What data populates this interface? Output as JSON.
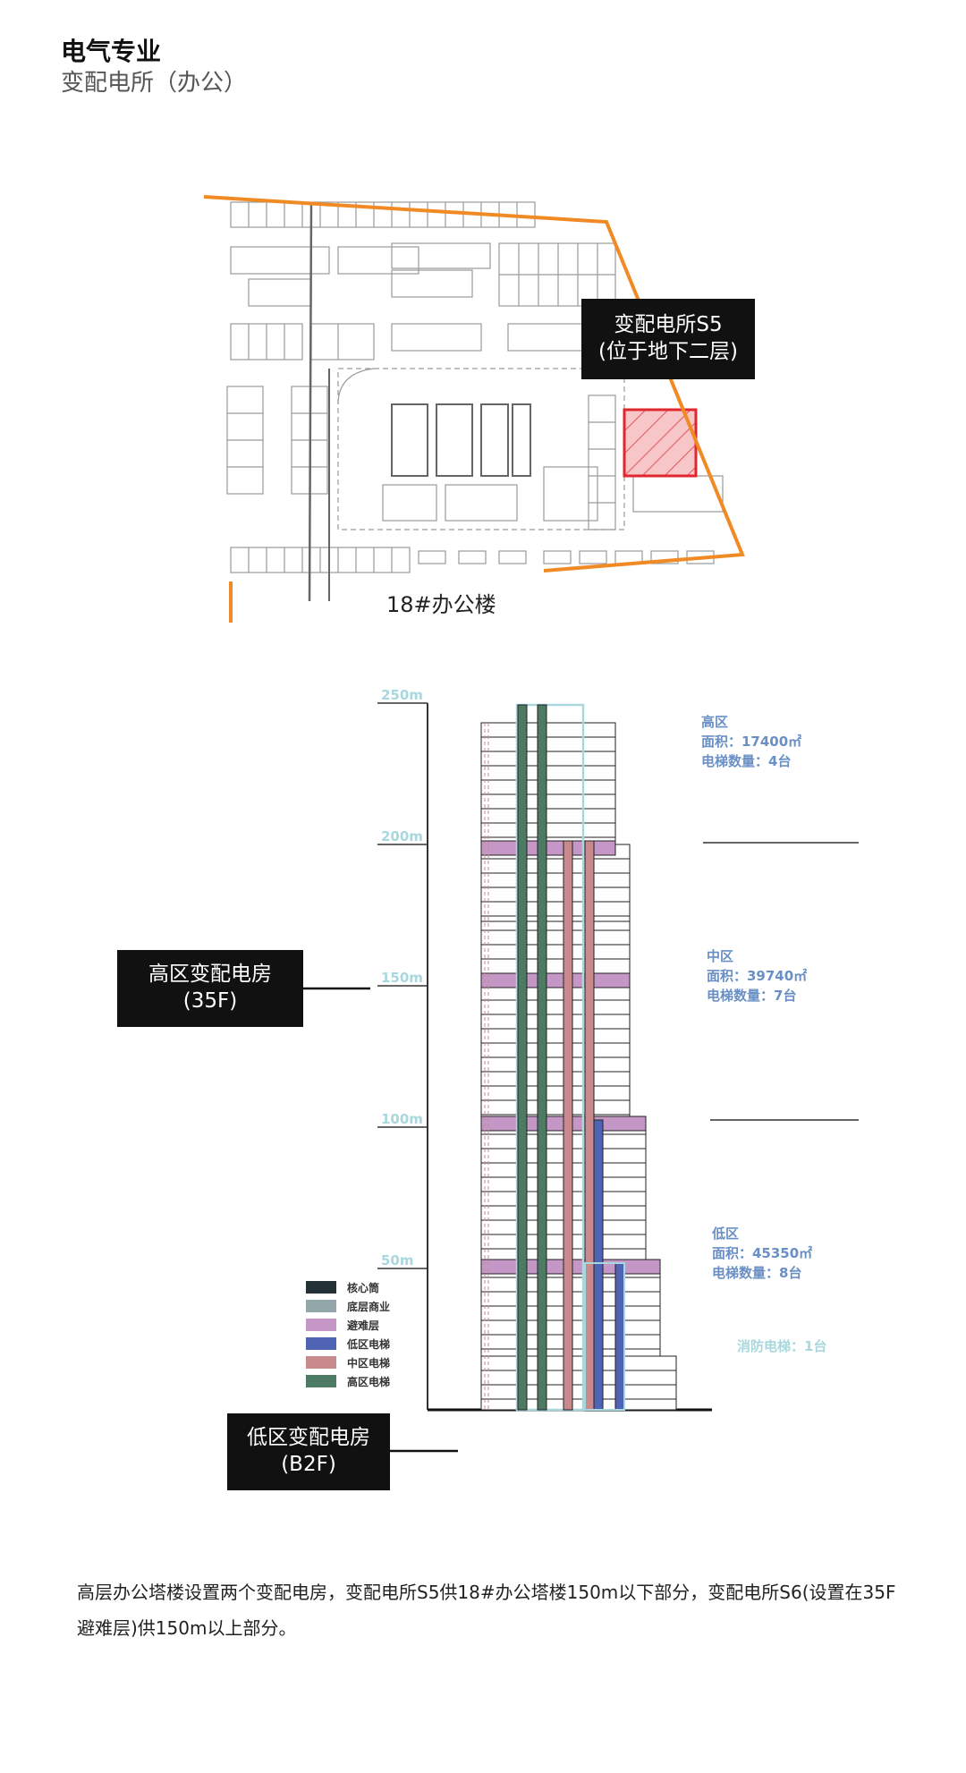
{
  "header": {
    "title": "电气专业",
    "subtitle": "变配电所（办公）"
  },
  "plan": {
    "substation_label_line1": "变配电所S5",
    "substation_label_line2": "(位于地下二层)",
    "building_label": "18#办公楼",
    "colors": {
      "boundary": "#f08a24",
      "substation": "#e0262e",
      "lines": "#9a9a9a"
    }
  },
  "tower": {
    "height_labels": [
      "250m",
      "200m",
      "150m",
      "100m",
      "50m"
    ],
    "height_values": [
      250,
      200,
      150,
      100,
      50
    ],
    "high_room": {
      "line1": "高区变配电房",
      "line2": "(35F)"
    },
    "low_room": {
      "line1": "低区变配电房",
      "line2": "(B2F)"
    },
    "zones": {
      "high": {
        "name": "高区",
        "area": "面积：17400㎡",
        "elevators": "电梯数量：4台"
      },
      "mid": {
        "name": "中区",
        "area": "面积：39740㎡",
        "elevators": "电梯数量：7台"
      },
      "low": {
        "name": "低区",
        "area": "面积：45350㎡",
        "elevators": "电梯数量：8台"
      }
    },
    "fire_elevator": "消防电梯：1台",
    "legend": [
      {
        "label": "核心筒",
        "color": "#243238"
      },
      {
        "label": "底层商业",
        "color": "#93a7ab"
      },
      {
        "label": "避难层",
        "color": "#c597c6"
      },
      {
        "label": "低区电梯",
        "color": "#4f63b4"
      },
      {
        "label": "中区电梯",
        "color": "#c98a8e"
      },
      {
        "label": "高区电梯",
        "color": "#4d7a62"
      }
    ],
    "colors": {
      "height_label": "#a8d8de",
      "refuge": "#c597c6",
      "high_elev": "#4d7a62",
      "mid_elev": "#c98a8e",
      "low_elev": "#4f63b4",
      "outline": "#a8d8de",
      "zone_text": "#6a8fc4"
    }
  },
  "description": "高层办公塔楼设置两个变配电房，变配电所S5供18#办公塔楼150m以下部分，变配电所S6(设置在35F避难层)供150m以上部分。"
}
